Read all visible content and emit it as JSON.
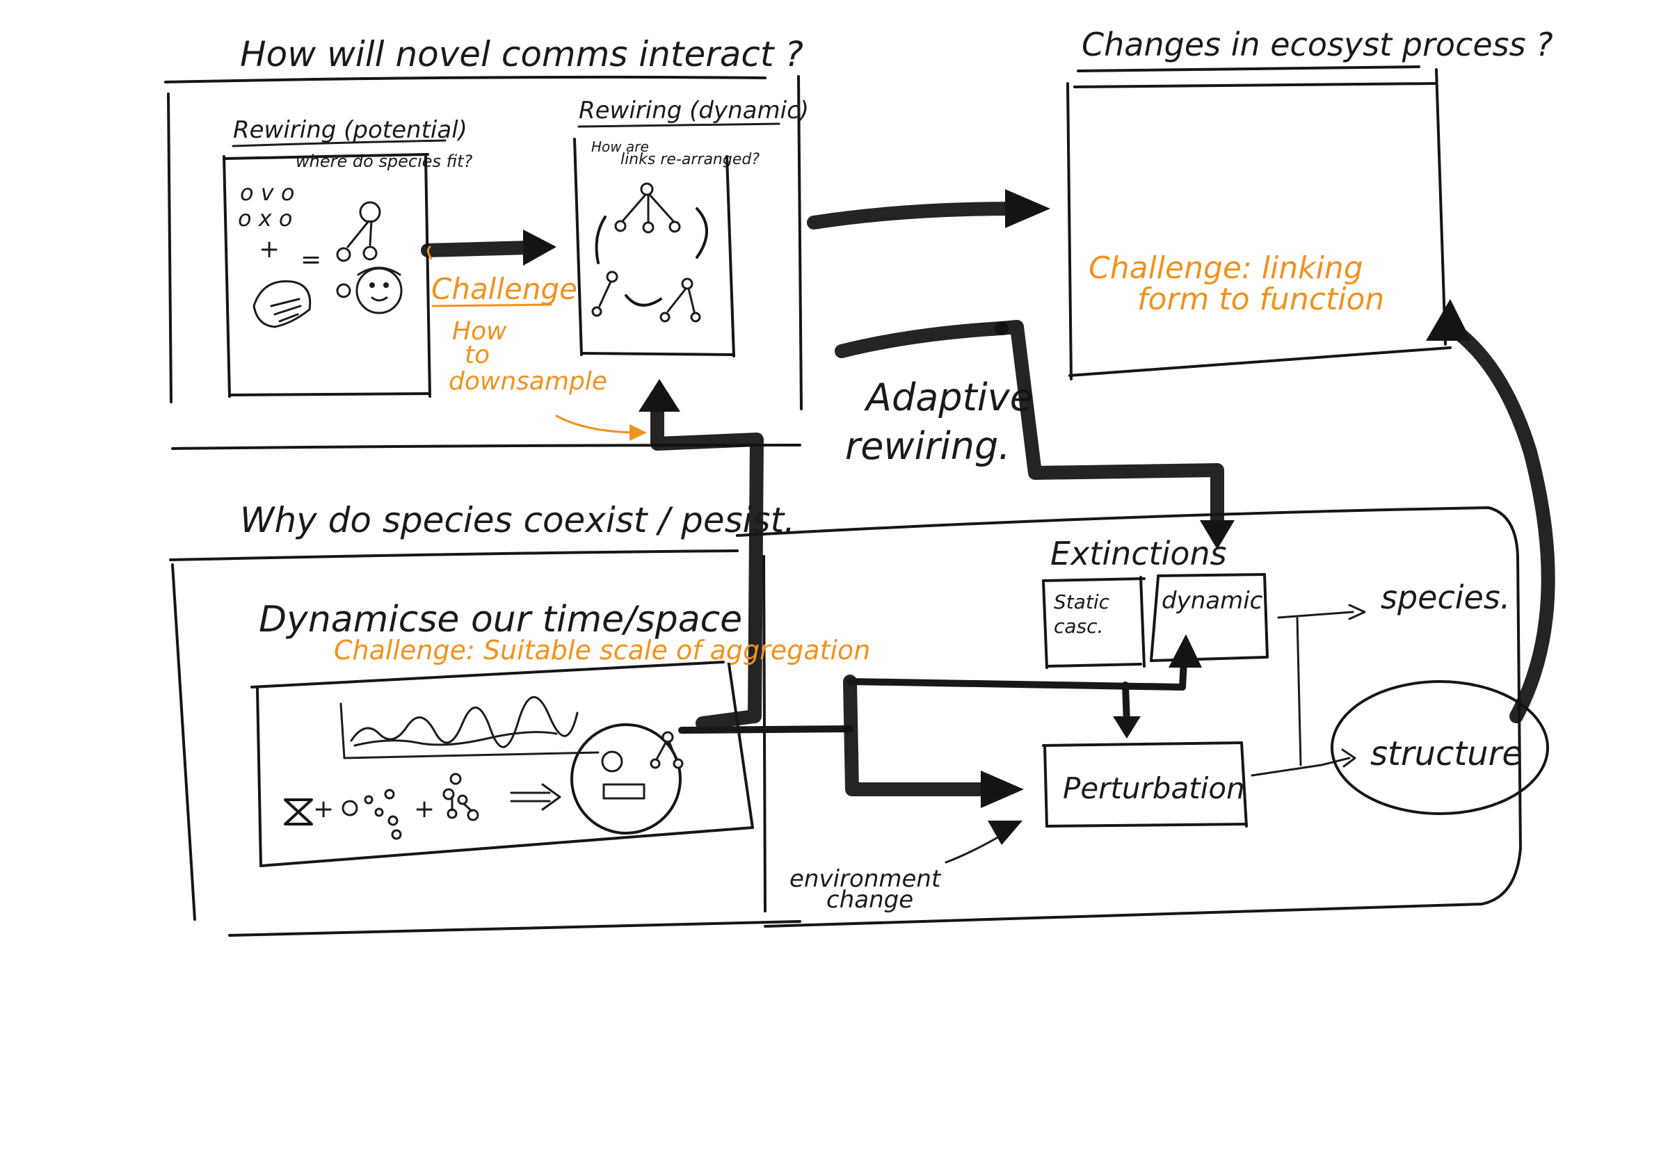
{
  "diagram": {
    "top_left_title": "How will novel comms interact ?",
    "top_right_title": "Changes in ecosyst process ?",
    "rewiring_potential": {
      "title": "Rewiring (potential)",
      "question": "where do species fit?",
      "grid_row1": "o v o",
      "grid_row2": "o x o",
      "plus": "+",
      "equals": "="
    },
    "rewiring_dynamic": {
      "title": "Rewiring (dynamic)",
      "question_line1": "How are",
      "question_line2": "links re-arranged?"
    },
    "challenge_downsample": {
      "label": "Challenge",
      "line1": "How",
      "line2": "to",
      "line3": "downsample"
    },
    "challenge_function": {
      "line1": "Challenge: linking",
      "line2": "form to function"
    },
    "adaptive": {
      "line1": "Adaptive",
      "line2": "rewiring."
    },
    "bottom_title": "Why do species coexist / pesist.",
    "dynamise": {
      "title": "Dynamicse our time/space",
      "challenge": "Challenge: Suitable scale of aggregation",
      "formula_plus1": "+",
      "formula_plus2": "+"
    },
    "extinctions": {
      "title": "Extinctions",
      "static_line1": "Static",
      "static_line2": "casc.",
      "dynamic": "dynamic"
    },
    "species": "species.",
    "structure": "structure",
    "perturbation": "Perturbation",
    "environment_line1": "environment",
    "environment_line2": "change"
  }
}
